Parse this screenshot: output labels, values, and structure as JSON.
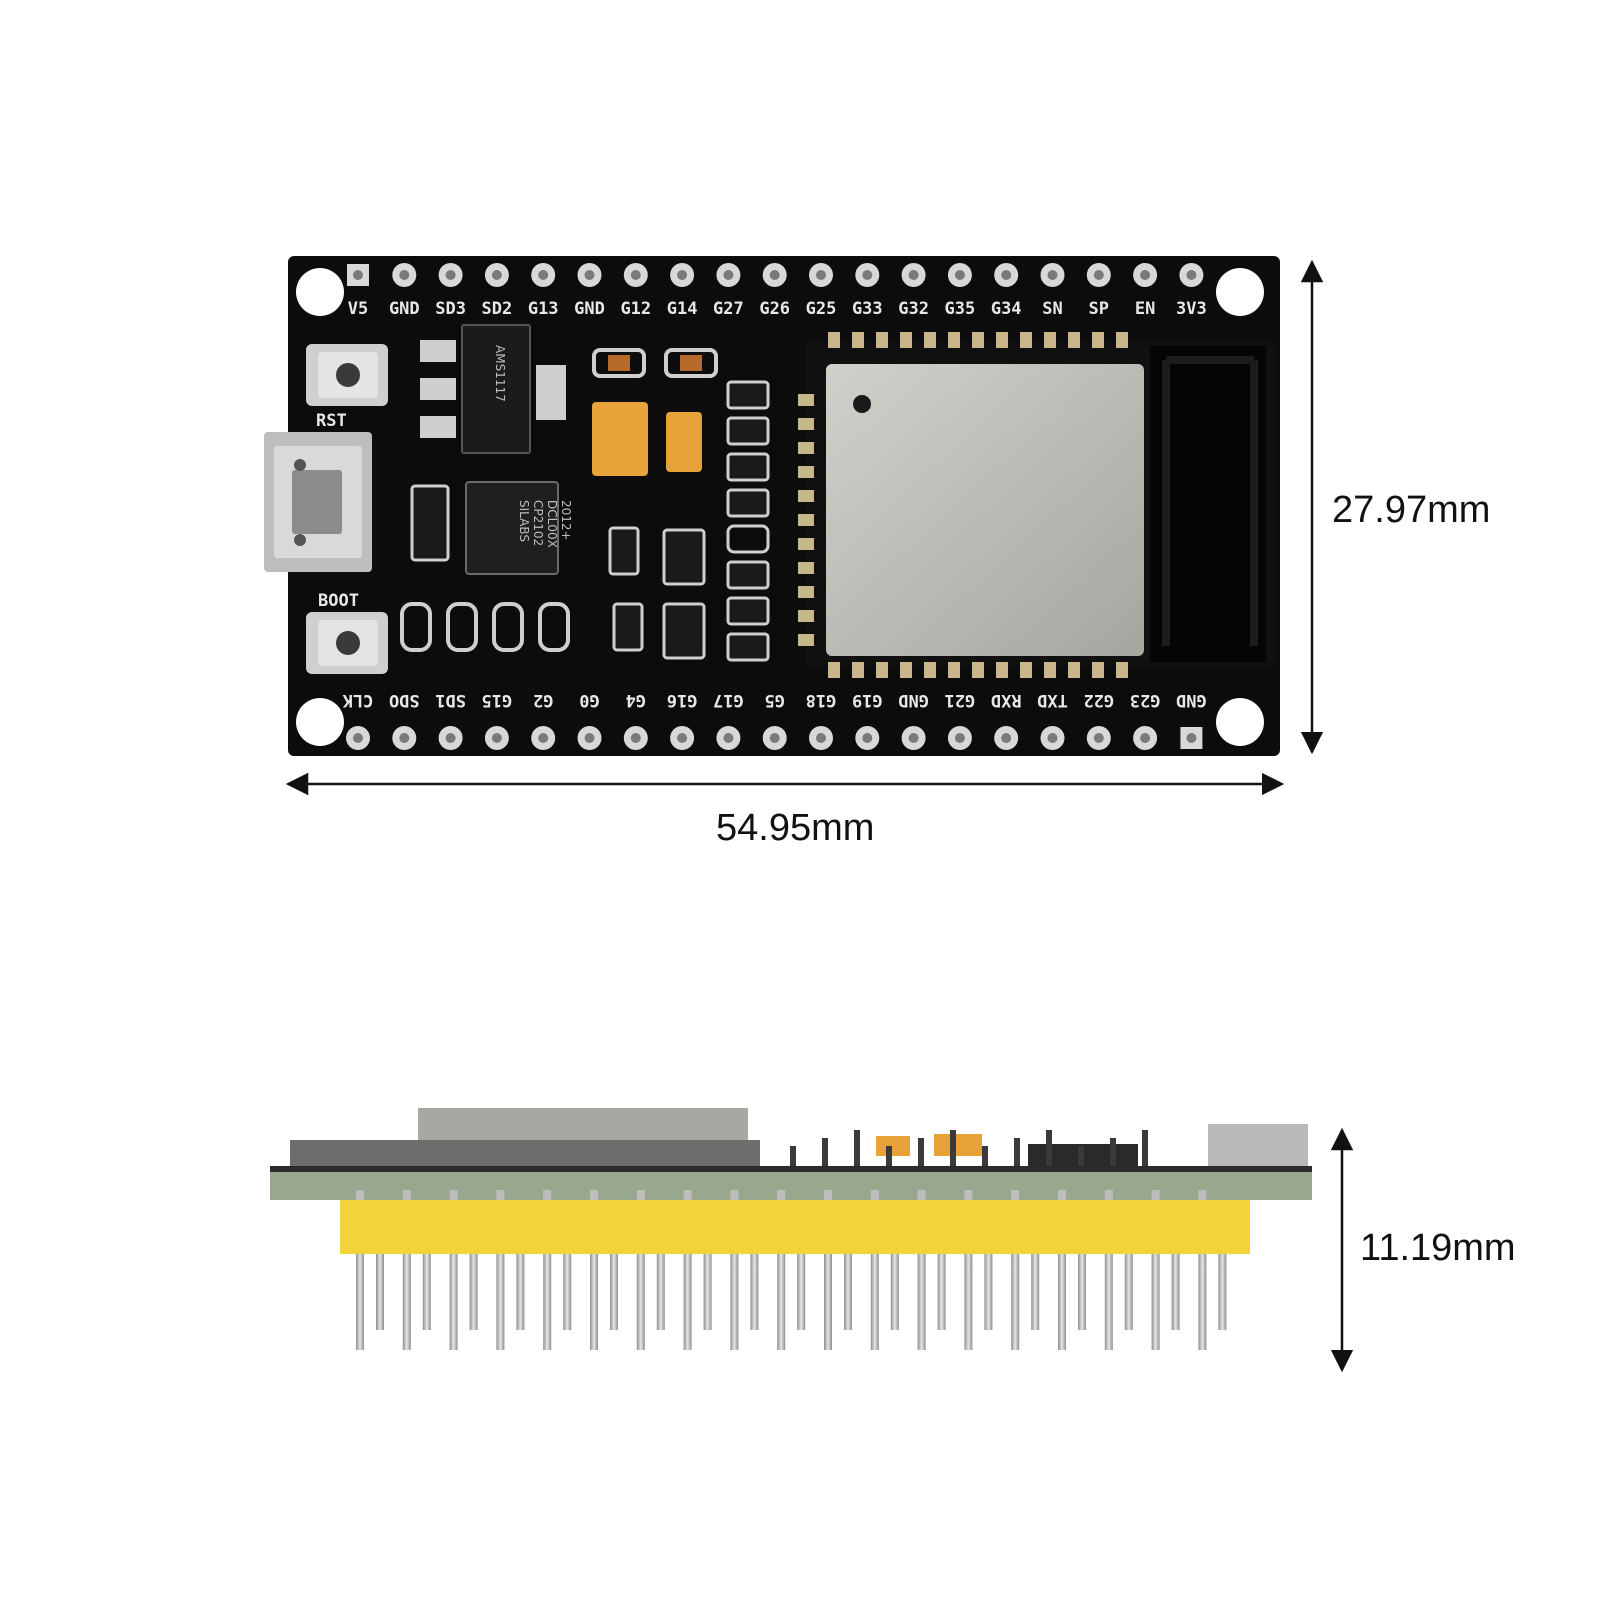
{
  "dimensions": {
    "height": "27.97mm",
    "width": "54.95mm",
    "thickness": "11.19mm"
  },
  "board": {
    "top_pins": [
      "V5",
      "GND",
      "SD3",
      "SD2",
      "G13",
      "GND",
      "G12",
      "G14",
      "G27",
      "G26",
      "G25",
      "G33",
      "G32",
      "G35",
      "G34",
      "SN",
      "SP",
      "EN",
      "3V3"
    ],
    "bottom_pins": [
      "CLK",
      "SDO",
      "SD1",
      "G15",
      "G2",
      "G0",
      "G4",
      "G16",
      "G17",
      "G5",
      "G18",
      "G19",
      "GND",
      "G21",
      "RXD",
      "TXD",
      "G22",
      "G23",
      "GND"
    ],
    "buttons": {
      "reset": "RST",
      "boot": "BOOT"
    },
    "regulator_text": "AMS1117",
    "usb_chip_text": [
      "SILABS",
      "CP2102",
      "DCL00X",
      "2012+"
    ]
  },
  "colors": {
    "pcb": "#0c0c0c",
    "module_shield": "#b9b7b2",
    "header_plastic": "#f2d33a",
    "pin_metal": "#c9c9c9",
    "board_edge": "#9aa78f"
  }
}
